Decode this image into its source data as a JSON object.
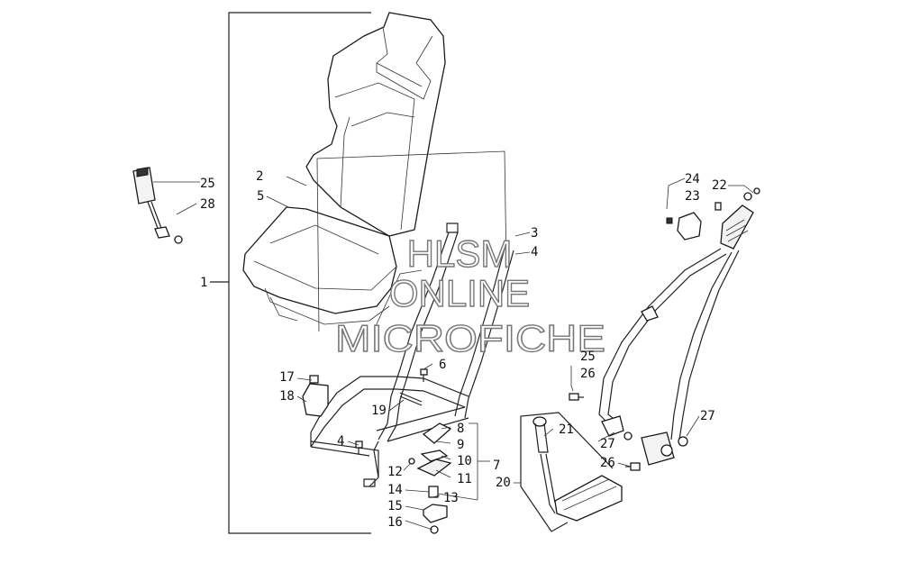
{
  "watermark": {
    "line1": "HLSM",
    "line2": "ONLINE",
    "line3": "MICROFICHE"
  },
  "callouts": [
    "1",
    "2",
    "3",
    "4",
    "4",
    "5",
    "6",
    "7",
    "8",
    "9",
    "10",
    "11",
    "12",
    "13",
    "14",
    "15",
    "16",
    "17",
    "18",
    "19",
    "20",
    "21",
    "22",
    "23",
    "24",
    "25",
    "25",
    "26",
    "26",
    "27",
    "27",
    "28"
  ],
  "colors": {
    "line": "#222222",
    "watermark_stroke": "#777777",
    "background": "#ffffff"
  }
}
